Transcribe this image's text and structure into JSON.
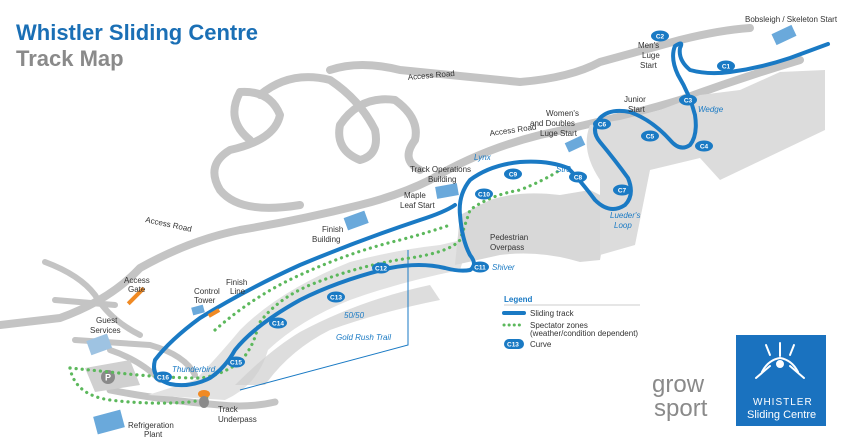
{
  "title": {
    "line1": "Whistler Sliding Centre",
    "line2": "Track Map"
  },
  "colors": {
    "track": "#1a7ac4",
    "spectator": "#5cb85c",
    "road": "#c4c4c4",
    "title_blue": "#1a6fb5",
    "title_grey": "#8a8a8a",
    "building": "#6aa9db",
    "gate": "#f08a24",
    "logo_bg": "#1a72bf"
  },
  "labels": {
    "bobsleigh_start": "Bobsleigh / Skeleton Start",
    "mens_luge_1": "Men's",
    "mens_luge_2": "Luge",
    "mens_luge_3": "Start",
    "access_road_top": "Access Road",
    "access_road_mid": "Access Road",
    "access_road_left": "Access Road",
    "junior_1": "Junior",
    "junior_2": "Start",
    "womens_1": "Women's",
    "womens_2": "and Doubles",
    "womens_3": "Luge Start",
    "track_ops_1": "Track Operations",
    "track_ops_2": "Building",
    "maple_1": "Maple",
    "maple_2": "Leaf Start",
    "finish_bldg_1": "Finish",
    "finish_bldg_2": "Building",
    "pedestrian_1": "Pedestrian",
    "pedestrian_2": "Overpass",
    "access_gate_1": "Access",
    "access_gate_2": "Gate",
    "control_1": "Control",
    "control_2": "Tower",
    "finish_line_1": "Finish",
    "finish_line_2": "Line",
    "guest_1": "Guest",
    "guest_2": "Services",
    "parking": "P",
    "track_underpass_1": "Track",
    "track_underpass_2": "Underpass",
    "refrig_1": "Refrigeration",
    "refrig_2": "Plant"
  },
  "curve_names": {
    "wedge": "Wedge",
    "lynx": "Lynx",
    "str8": "Str8",
    "lueders_1": "Lueder's",
    "lueders_2": "Loop",
    "shiver": "Shiver",
    "fifty": "50/50",
    "gold_rush": "Gold Rush Trail",
    "thunderbird": "Thunderbird"
  },
  "curves": [
    "C1",
    "C2",
    "C3",
    "C4",
    "C5",
    "C6",
    "C7",
    "C8",
    "C9",
    "C10",
    "C11",
    "C12",
    "C13",
    "C14",
    "C15",
    "C16"
  ],
  "legend": {
    "title": "Legend",
    "sliding_track": "Sliding track",
    "spectator_1": "Spectator zones",
    "spectator_2": "(weather/condition dependent)",
    "curve": "Curve",
    "curve_badge": "C13"
  },
  "logos": {
    "grow": "grow",
    "sport": "sport",
    "whistler": "WHISTLER",
    "sliding_centre": "Sliding Centre"
  }
}
